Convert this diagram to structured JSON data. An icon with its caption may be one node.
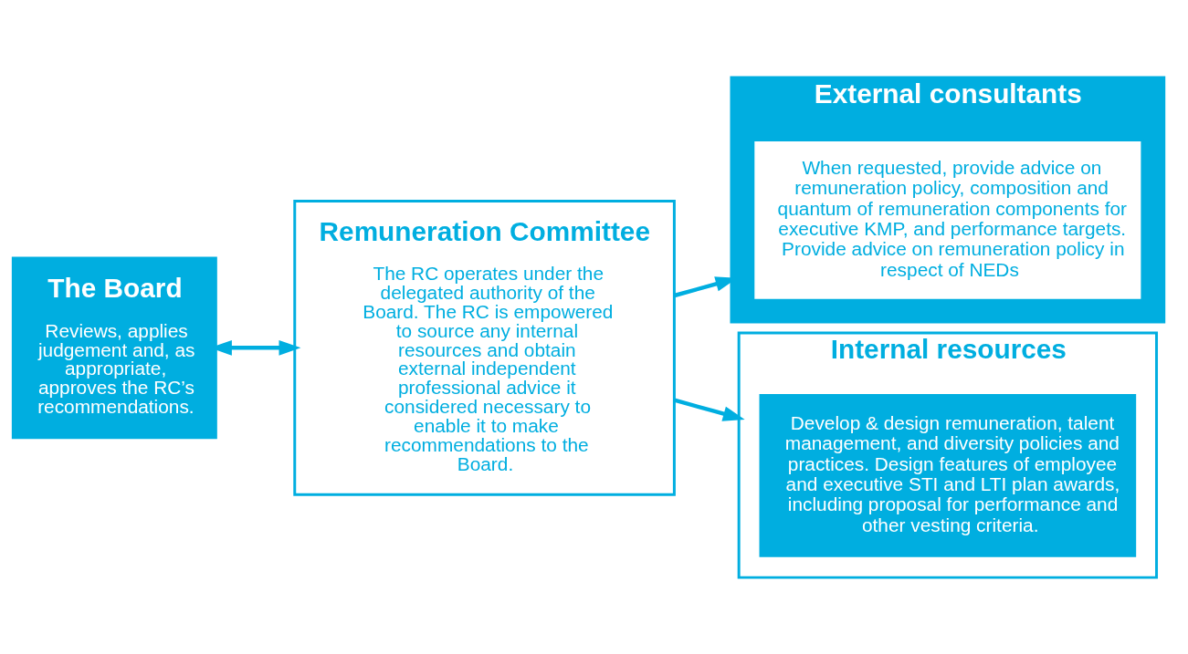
{
  "diagram": {
    "nodes": [
      {
        "text": [
          "The Board",
          "Reviews, applies judgement and, as appropriate, approves the RC’s recommendations."
        ]
      },
      {
        "text": [
          "Remuneration Committee",
          "The RC operates under the delegated authority of the Board. The RC is empowered to source any internal resources and obtain external independent professional advice it considered necessary to enable it to make recommendations to the Board."
        ]
      },
      {
        "text": [
          "External consultants"
        ]
      },
      {
        "text": [
          "When requested, provide advice on remuneration policy, composition and quantum of remuneration components for executive KMP, and performance targets. Provide advice on remuneration policy in respect of NEDs"
        ],
        "in": 2
      },
      {
        "text": [
          "Internal resources"
        ]
      },
      {
        "text": [
          "Develop & design remuneration, talent management, and diversity policies and practices. Design features of employee and executive STI and LTI plan awards, including proposal for performance and other vesting criteria."
        ],
        "in": 4
      }
    ],
    "edges": [
      {
        "from": 0,
        "to": 1,
        "arrow": "both"
      },
      {
        "from": 1,
        "to": 2,
        "arrow": "to"
      },
      {
        "from": 1,
        "to": 4,
        "arrow": "to"
      }
    ]
  }
}
